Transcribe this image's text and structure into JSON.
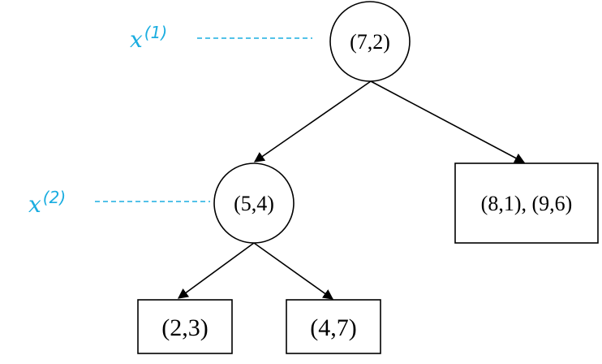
{
  "colors": {
    "annotation": "#1AADE0",
    "stroke": "#000000",
    "background": "#ffffff"
  },
  "axis_labels": [
    {
      "base": "x",
      "superscript": "(1)"
    },
    {
      "base": "x",
      "superscript": "(2)"
    }
  ],
  "nodes": {
    "root": "(7,2)",
    "left_internal": "(5,4)",
    "right_leaf": "(8,1), (9,6)",
    "left_leaf_a": "(2,3)",
    "left_leaf_b": "(4,7)"
  }
}
